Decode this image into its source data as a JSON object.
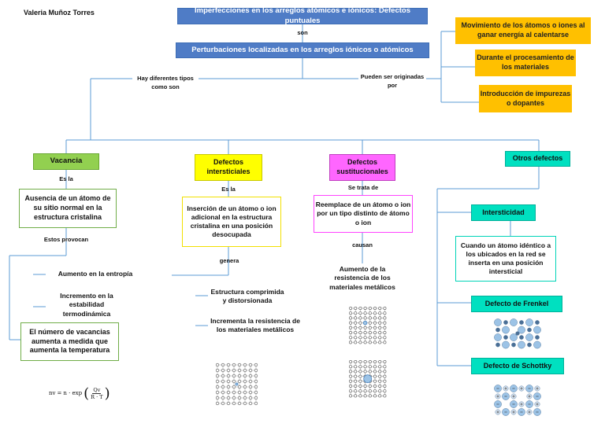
{
  "author": "Valeria Muñoz Torres",
  "title": "Imperfecciones en los arreglos atómicos e iónicos: Defectos puntuales",
  "son": "son",
  "definition": "Perturbaciones localizadas en los arreglos iónicos o atómicos",
  "hay_tipos": "Hay diferentes tipos como son",
  "pueden": "Pueden ser originadas por",
  "causes": [
    "Movimiento de los átomos o iones al ganar energía al calentarse",
    "Durante el procesamiento de los materiales",
    "Introducción de impurezas o dopantes"
  ],
  "vacancia": {
    "header": "Vacancia",
    "es_la": "Es la",
    "definition": "Ausencia de un átomo de su sitio normal en la estructura cristalina",
    "provocan": "Estos provocan",
    "effect1": "Aumento en la entropía",
    "effect2": "Incremento en la estabilidad termodinámica",
    "effect3": "El número de vacancias aumenta a medida que aumenta la temperatura",
    "formula_lhs": "nv",
    "formula_rhs": "n · exp",
    "formula_num": "Qv",
    "formula_den": "R · T"
  },
  "intersticiales": {
    "header": "Defectos intersticiales",
    "es_la": "Es la",
    "definition": "Inserción de un átomo o ion adicional en la estructura cristalina en una posición desocupada",
    "genera": "genera",
    "effect1": "Estructura comprimida y distorsionada",
    "effect2": "Incrementa la resistencia de los materiales metálicos"
  },
  "sustitucionales": {
    "header": "Defectos sustitucionales",
    "se_trata": "Se trata de",
    "definition": "Reemplace de un átomo o ion por un tipo distinto de átomo o ion",
    "causan": "causan",
    "effect1": "Aumento de la resistencia de los materiales metálicos"
  },
  "otros": {
    "header": "Otros defectos",
    "item1": "Intersticidad",
    "item1_desc": "Cuando un átomo idéntico a los ubicados en la red se inserta en una posición intersticial",
    "item2": "Defecto de Frenkel",
    "item3": "Defecto de Schottky"
  },
  "colors": {
    "banner": "#4f7cc6",
    "orange": "#ffc000",
    "green": "#92d050",
    "yellow": "#ffff00",
    "magenta": "#ff66ff",
    "teal": "#00e0c0",
    "line": "#5b9bd5",
    "atom": "#9cc3e6"
  }
}
